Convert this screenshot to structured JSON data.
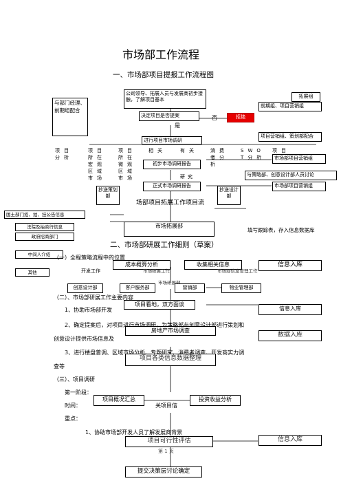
{
  "title": "市场部工作流程",
  "section1": "一、市场部项目提报工作流程图",
  "flow1": {
    "leader_box": "公司领导、拓展人员与发展商初步接触，了解项目基本",
    "decide_box": "决定项目是否提案",
    "no_label": "否",
    "yes_label": "是",
    "reject_box": "拒绝",
    "expand_group": "拓展组",
    "early_box": "前期组、项目营销组",
    "dept_box": "与部门经理、前期组配合",
    "prep_research": "进行项目市场调研",
    "marketing_cooperate": "项目营销组、策划部配合",
    "columns": [
      "项目分析",
      "项目所在宏观区域市场",
      "项目所在微观区域市场",
      "相关",
      "有关",
      "消费者分析",
      "SWOT分析",
      "项目"
    ],
    "prelim_report": "初步市场调研报告",
    "research": "研究",
    "formal_report": "正式市场调研报告",
    "mkt_proj_1": "市场部项目营销组",
    "strategy_discuss": "与策略部、创意设计部人员讨论",
    "mkt_proj_2": "市场部项目营销组",
    "cc_planning": "抄送策划部",
    "cc_design": "抄送设计部",
    "market_expand_title": "场部项目拓展工作项目流",
    "sources": [
      "国土部门招、拍、挂公告信息",
      "法院及拍卖行信息",
      "政府招商部门"
    ],
    "intermediary": "中间人介绍",
    "other": "其他",
    "expand_dept": "市场拓展部",
    "fill_form": "填写跟踪表，存入信息数据库"
  },
  "section2": "二、市场部研展工作细则（草案）",
  "overlay": {
    "workflow_heading": "（一）全程策略流程中的位置",
    "dev_label": "开发工作",
    "cost_calc": "成本概算分析",
    "collect_info": "收集相关信息",
    "info_store_1": "信息入库",
    "mkt_research_box": "市场研展工作",
    "mkt_info_mgmt": "市场部信息管理工作",
    "creative": "创意设计部",
    "client_service": "客户服务部",
    "research_dept": "市场研展部",
    "sales": "营销部",
    "property": "物业管理部",
    "tasks_heading": "（二）、市场部研展工作主要内容",
    "site_visit": "项目看地，双方面谈",
    "info_store_2": "信息入库",
    "item1": "1、协助市场部开发",
    "item2": "2、确定提案后，对项目进行市场调研，为策略部与创意设计部进行策划和",
    "item2b": "创意设计提供市场信息及",
    "re_survey": "房地产市场调查",
    "data_store": "数据入库",
    "item3": "3、进行楼盘普调、区域市场分析、专题研究、消费者调查、开发商实力调",
    "item3b": "查等",
    "organize": "项目各类信息数据整理",
    "research_heading": "（三）、项目调研",
    "phase1": "第一阶段：",
    "time_label": "时间：",
    "proj_related": "关项目信",
    "overview": "项目概况汇总",
    "investment": "投资收益分析",
    "focus": "重点：",
    "item_last": "1、协助市场部开发人员了解发展商背景",
    "feasibility": "项目可行性评估",
    "info_store_3": "信息入库",
    "page_num": "第 1 页",
    "submit": "提交决策层讨论确定"
  }
}
